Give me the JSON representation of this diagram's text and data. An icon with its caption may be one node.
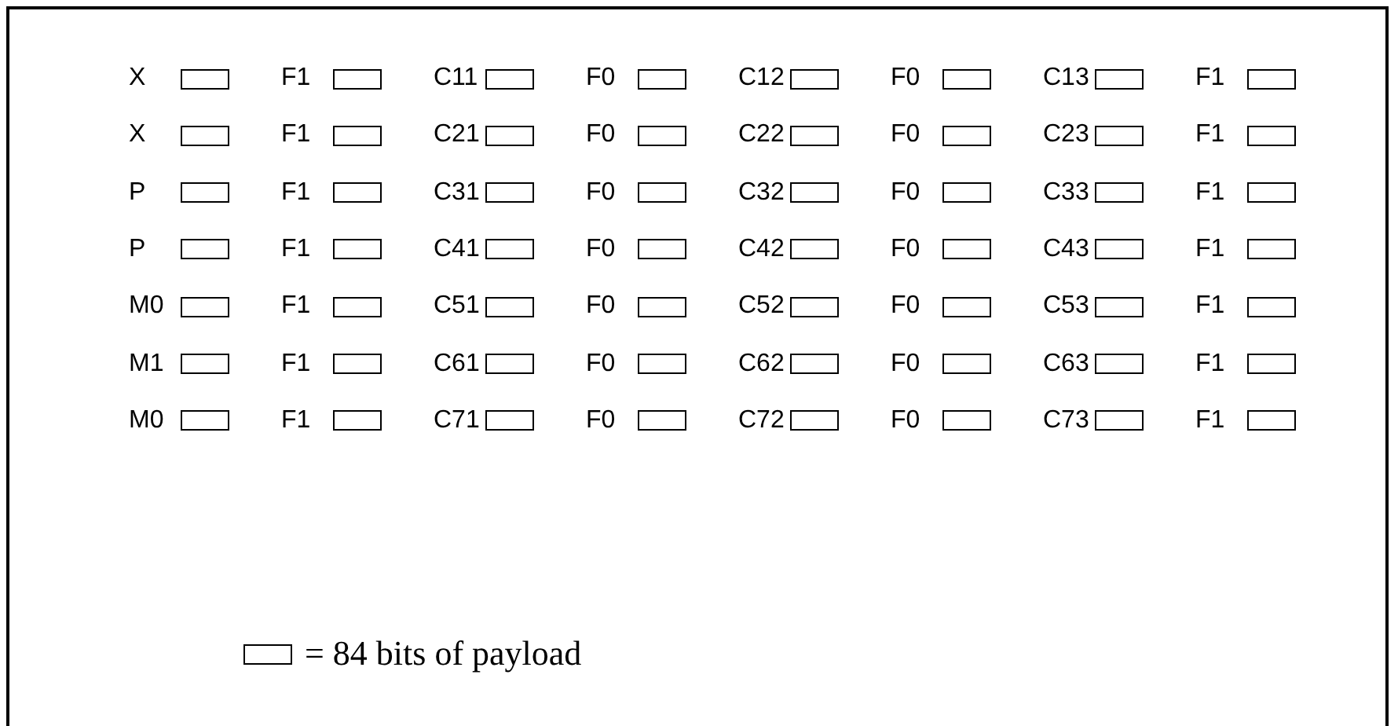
{
  "diagram": {
    "labels": [
      "X",
      "F1",
      "C11",
      "F0",
      "C12",
      "F0",
      "C13",
      "F1",
      "X",
      "F1",
      "C21",
      "F0",
      "C22",
      "F0",
      "C23",
      "F1",
      "P",
      "F1",
      "C31",
      "F0",
      "C32",
      "F0",
      "C33",
      "F1",
      "P",
      "F1",
      "C41",
      "F0",
      "C42",
      "F0",
      "C43",
      "F1",
      "M0",
      "F1",
      "C51",
      "F0",
      "C52",
      "F0",
      "C53",
      "F1",
      "M1",
      "F1",
      "C61",
      "F0",
      "C62",
      "F0",
      "C63",
      "F1",
      "M0",
      "F1",
      "C71",
      "F0",
      "C72",
      "F0",
      "C73",
      "F1"
    ],
    "legend": [
      {
        "text": "= 84 bits of payload"
      }
    ]
  }
}
